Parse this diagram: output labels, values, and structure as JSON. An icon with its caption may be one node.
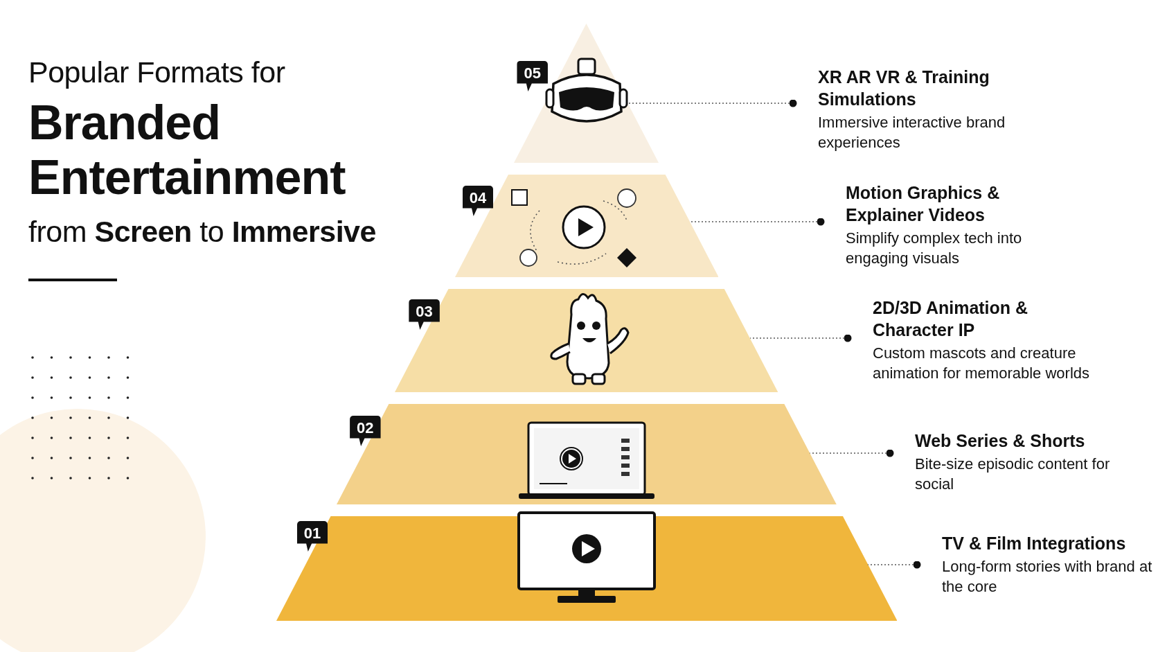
{
  "diagram": {
    "title": "Popular Formats for **Branded Entertainment** from **Screen** to **Immersive**",
    "nodes": [
      {
        "text": [
          "05"
        ]
      },
      {
        "text": [
          "04"
        ]
      },
      {
        "text": [
          "03"
        ]
      },
      {
        "text": [
          "02"
        ]
      },
      {
        "text": [
          "01"
        ]
      },
      {
        "text": [
          "XR AR VR & Training Simulations",
          "Immersive interactive brand experiences"
        ]
      },
      {
        "text": [
          "Motion Graphics & Explainer Videos",
          "Simplify complex tech into engaging visuals"
        ]
      },
      {
        "text": [
          "2D/3D Animation & Character IP",
          "Custom mascots and creature animation for memorable worlds"
        ]
      },
      {
        "text": [
          "Web Series & Shorts",
          "Bite-size episodic content for social"
        ]
      },
      {
        "text": [
          "TV & Film Integrations",
          "Long-form stories with brand at the core"
        ]
      }
    ],
    "edges": [
      {
        "from": 5,
        "to": 0,
        "arrow": "other",
        "style": "dashed"
      },
      {
        "from": 6,
        "to": 1,
        "arrow": "other",
        "style": "dashed"
      },
      {
        "from": 7,
        "to": 2,
        "arrow": "other",
        "style": "dashed"
      },
      {
        "from": 8,
        "to": 3,
        "arrow": "other",
        "style": "dashed"
      },
      {
        "from": 9,
        "to": 4,
        "arrow": "other",
        "style": "dashed"
      }
    ]
  }
}
